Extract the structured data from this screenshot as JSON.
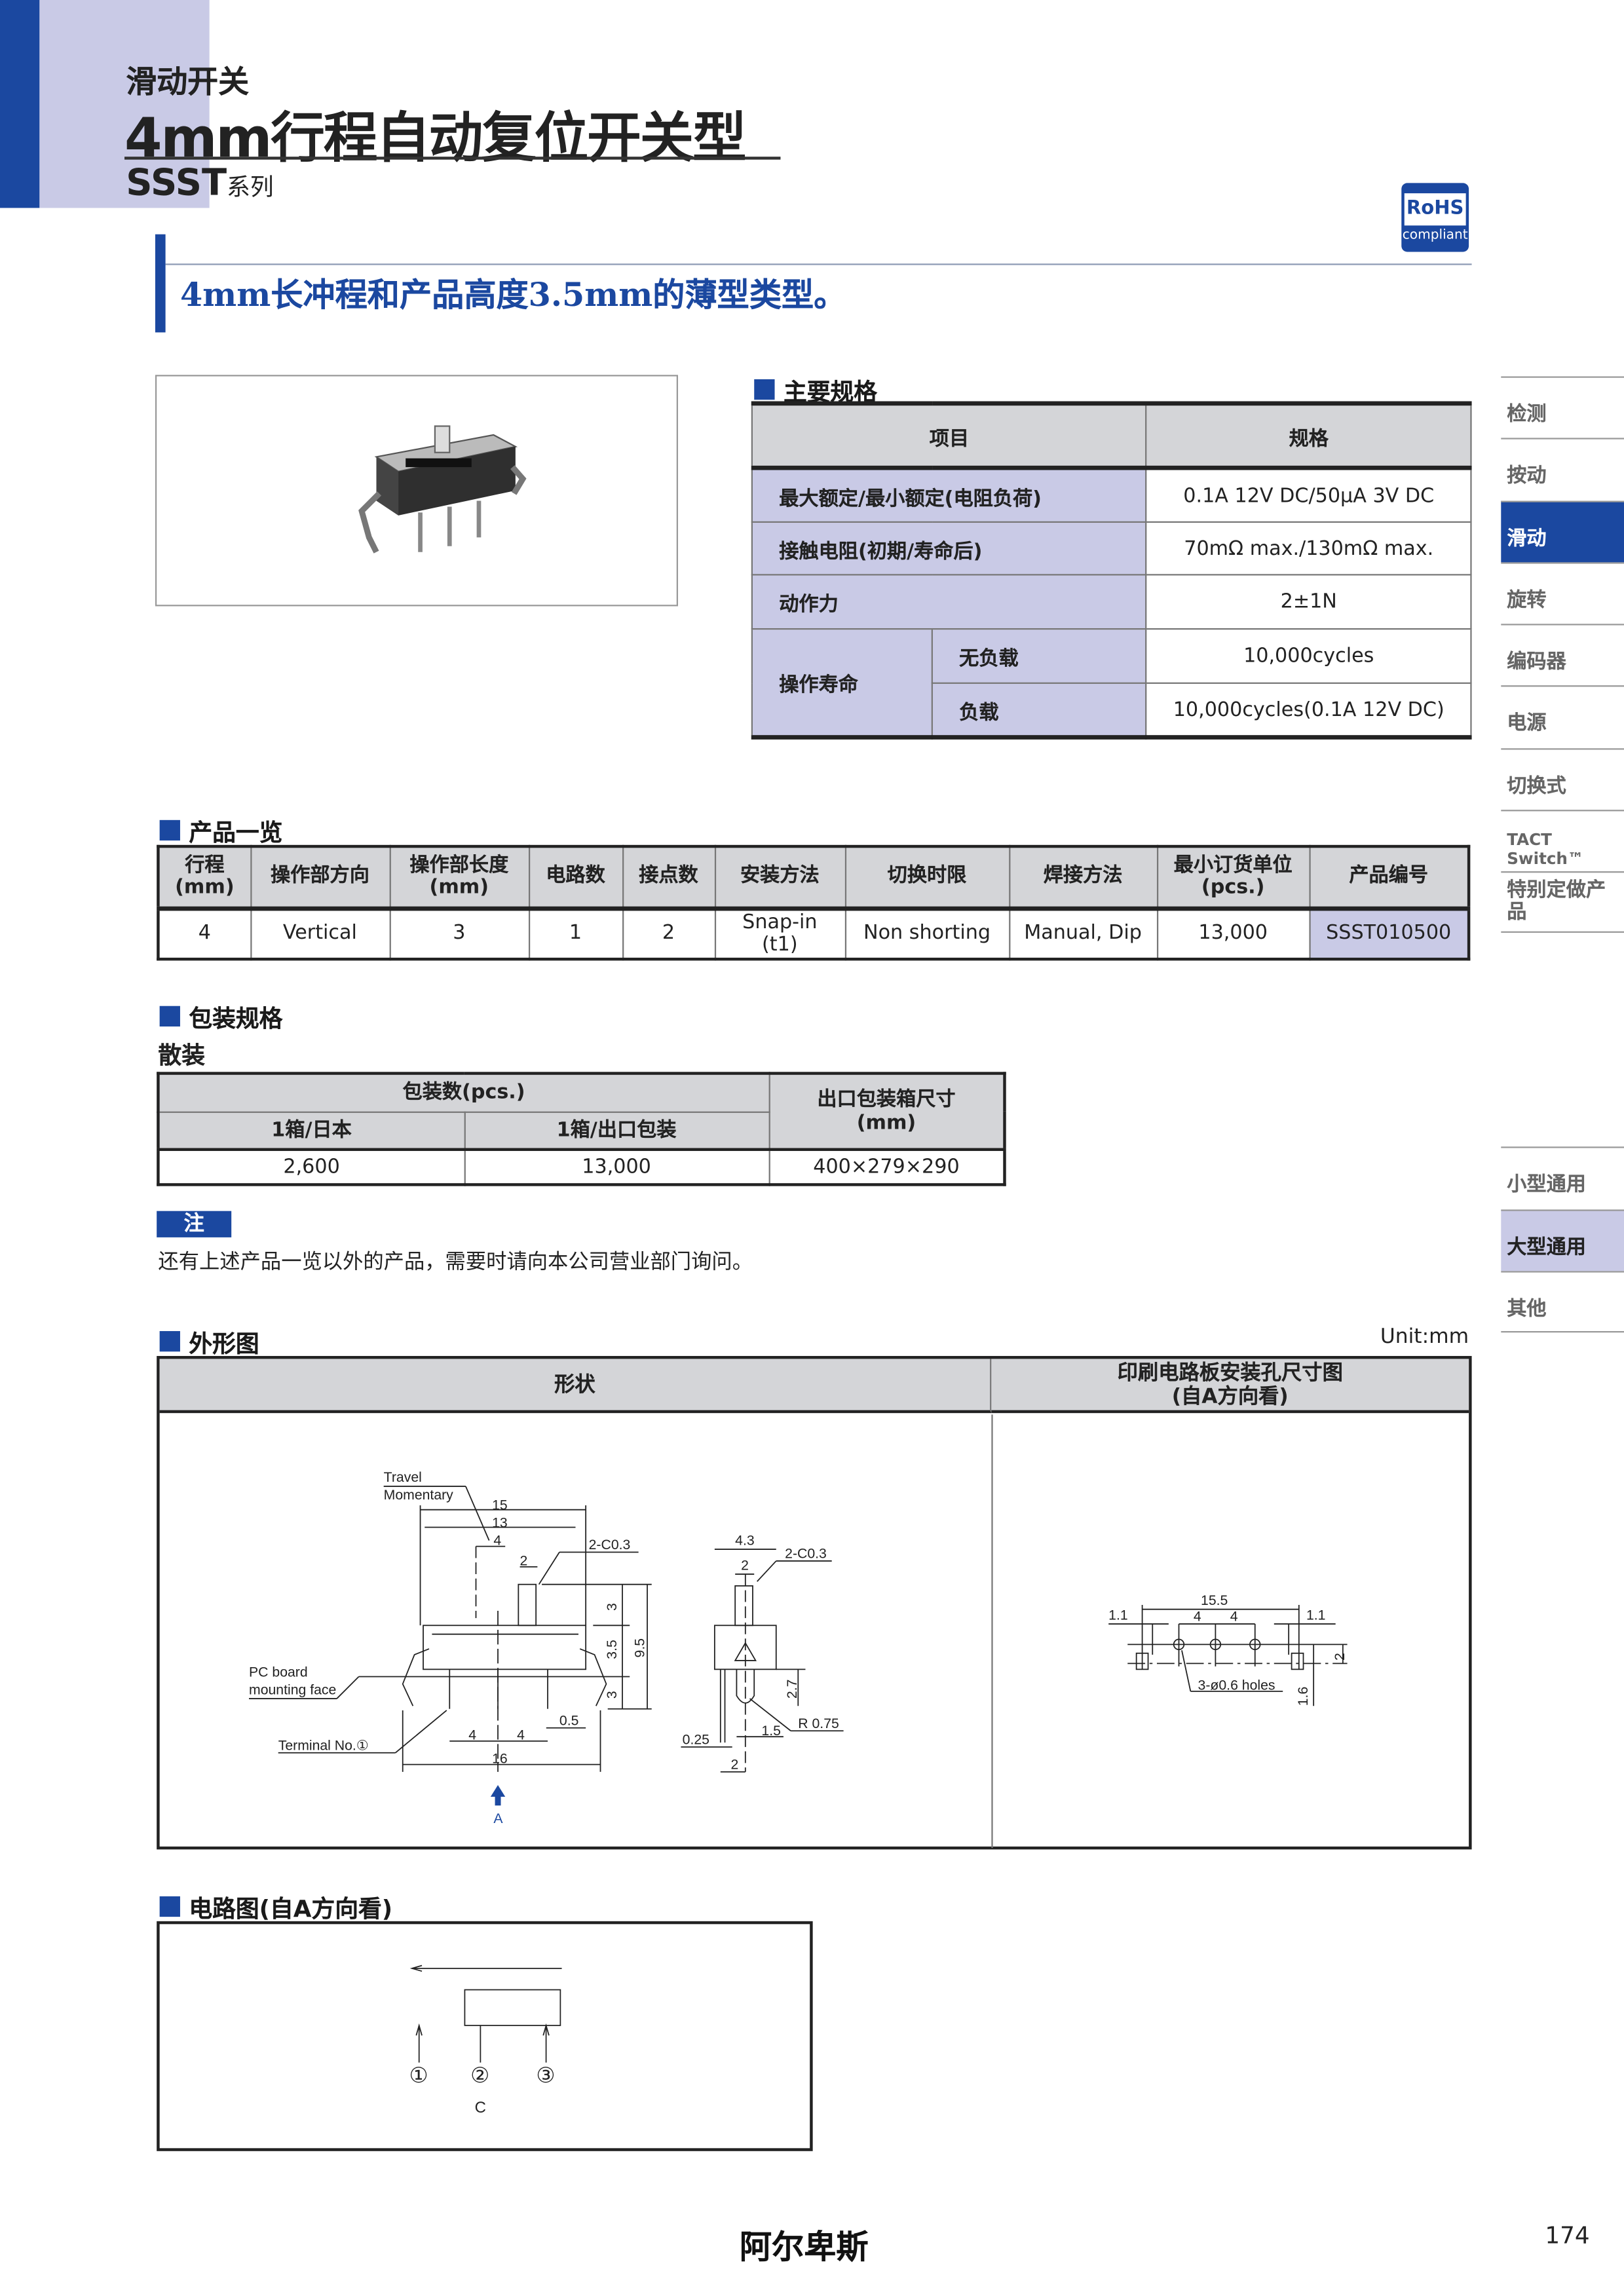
{
  "header": {
    "category": "滑动开关",
    "title": "4mm行程自动复位开关型",
    "series_code": "SSST",
    "series_suffix": "系列",
    "tagline": "4mm长冲程和产品高度3.5mm的薄型类型。",
    "rohs": "RoHS",
    "compliant": "compliant"
  },
  "colors": {
    "brand_blue": "#1b48a0",
    "lavender": "#c9cae6",
    "header_gray": "#d4d5d8"
  },
  "sidebar": {
    "items": [
      {
        "label": "检测"
      },
      {
        "label": "按动"
      },
      {
        "label": "滑动",
        "active": true
      },
      {
        "label": "旋转"
      },
      {
        "label": "编码器"
      },
      {
        "label": "电源"
      },
      {
        "label": "切换式"
      },
      {
        "label": "TACT Switch™"
      },
      {
        "label": "特别定做产品"
      }
    ],
    "lower": [
      {
        "label": "小型通用"
      },
      {
        "label": "大型通用",
        "active": true
      },
      {
        "label": "其他"
      }
    ]
  },
  "specs": {
    "heading": "主要规格",
    "col_item": "项目",
    "col_spec": "规格",
    "rows": [
      {
        "item": "最大额定/最小额定(电阻负荷)",
        "value": "0.1A 12V DC/50μA 3V DC"
      },
      {
        "item": "接触电阻(初期/寿命后)",
        "value": "70mΩ max./130mΩ max."
      },
      {
        "item": "动作力",
        "value": "2±1N"
      }
    ],
    "life": {
      "label": "操作寿命",
      "no_load": "无负载",
      "no_load_value": "10,000cycles",
      "load": "负载",
      "load_value": "10,000cycles(0.1A 12V DC)"
    }
  },
  "products": {
    "heading": "产品一览",
    "columns": [
      "行程\n(mm)",
      "操作部方向",
      "操作部长度\n(mm)",
      "电路数",
      "接点数",
      "安装方法",
      "切换时限",
      "焊接方法",
      "最小订货单位\n(pcs.)",
      "产品编号"
    ],
    "rows": [
      [
        "4",
        "Vertical",
        "3",
        "1",
        "2",
        "Snap-in\n(t1)",
        "Non shorting",
        "Manual, Dip",
        "13,000",
        "SSST010500"
      ]
    ]
  },
  "packing": {
    "heading": "包装规格",
    "sub": "散装",
    "qty_header": "包装数(pcs.)",
    "col_japan": "1箱/日本",
    "col_export": "1箱/出口包装",
    "col_size": "出口包装箱尺寸\n(mm)",
    "japan": "2,600",
    "export": "13,000",
    "size": "400×279×290"
  },
  "note": {
    "label": "注",
    "text": "还有上述产品一览以外的产品，需要时请向本公司营业部门询问。"
  },
  "outline": {
    "heading": "外形图",
    "unit": "Unit:mm",
    "col_shape": "形状",
    "col_pcb": "印刷电路板安装孔尺寸图\n(自A方向看)",
    "shape_labels": {
      "travel": "Travel",
      "momentary": "Momentary",
      "d15": "15",
      "d13": "13",
      "d4": "4",
      "d2": "2",
      "c03": "2-C0.3",
      "d3a": "3",
      "d35": "3.5",
      "d95": "9.5",
      "d3b": "3",
      "d05": "0.5",
      "d4a": "4",
      "d4b": "4",
      "d16": "16",
      "pcb1": "PC board",
      "pcb2": "mounting  face",
      "terminal": "Terminal  No.①",
      "a": "A",
      "s43": "4.3",
      "s2": "2",
      "sc03": "2-C0.3",
      "s27": "2.7",
      "r075": "R 0.75",
      "s15": "1.5",
      "s025": "0.25",
      "s2b": "2"
    },
    "pcb_labels": {
      "d155": "15.5",
      "d11a": "1.1",
      "d11b": "1.1",
      "d4a": "4",
      "d4b": "4",
      "holes": "3-ø0.6 holes",
      "d2": "2",
      "d16": "1.6"
    }
  },
  "circuit": {
    "heading": "电路图(自A方向看)",
    "t1": "①",
    "t2": "②",
    "t3": "③",
    "common": "C"
  },
  "footer": {
    "brand": "阿尔卑斯",
    "page": "174"
  }
}
